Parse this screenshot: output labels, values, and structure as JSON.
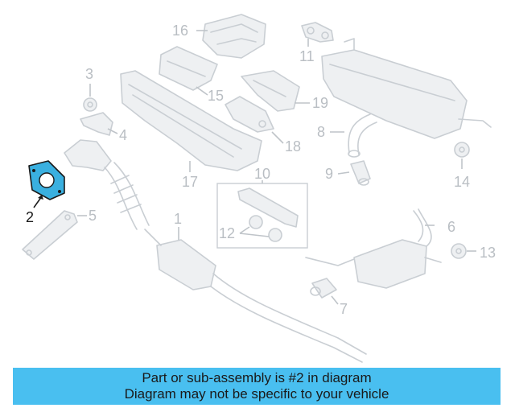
{
  "banner": {
    "line1": "Part or sub-assembly is #2 in diagram",
    "line2": "Diagram may not be specific to your vehicle",
    "color": "#49bff0"
  },
  "highlight_color": "#3ab0e0",
  "callouts": {
    "c1": "1",
    "c2": "2",
    "c3": "3",
    "c4": "4",
    "c5": "5",
    "c6": "6",
    "c7": "7",
    "c8": "8",
    "c9": "9",
    "c10": "10",
    "c11": "11",
    "c12": "12",
    "c13": "13",
    "c14": "14",
    "c15": "15",
    "c16": "16",
    "c17": "17",
    "c18": "18",
    "c19": "19"
  }
}
